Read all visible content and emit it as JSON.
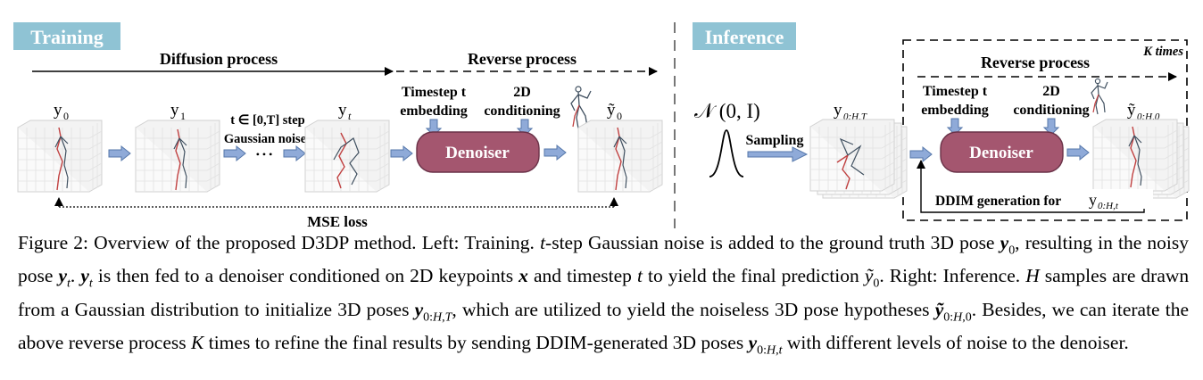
{
  "training": {
    "tag": "Training",
    "diffusion_label": "Diffusion process",
    "reverse_label": "Reverse process",
    "pose_labels": {
      "y0": "y",
      "y0_sub": "0",
      "y1": "y",
      "y1_sub": "1",
      "yt": "y",
      "yt_sub": "t",
      "y0_hat": "ỹ",
      "y0_hat_sub": "0"
    },
    "noise_line1": "t ∈ [0,T] step",
    "noise_line2": "Gaussian noise",
    "dots": "• • •",
    "timestep_line1": "Timestep t",
    "timestep_line2": "embedding",
    "cond_line1": "2D",
    "cond_line2": "conditioning",
    "denoiser": "Denoiser",
    "loss": "MSE loss"
  },
  "inference": {
    "tag": "Inference",
    "reverse_label": "Reverse process",
    "k_times": "K times",
    "normal": "𝒩 (0, I)",
    "sampling": "Sampling",
    "pose_in": "y",
    "pose_in_sub": "0:H,T",
    "pose_out": "ỹ",
    "pose_out_sub": "0:H,0",
    "timestep_line1": "Timestep t",
    "timestep_line2": "embedding",
    "cond_line1": "2D",
    "cond_line2": "conditioning",
    "denoiser": "Denoiser",
    "ddim": "DDIM generation for",
    "ddim_y": "y",
    "ddim_sub": "0:H,t"
  },
  "colors": {
    "tag_bg": "#8fc3d4",
    "denoiser_fill": "#a4566f",
    "arrow_fill": "#8faad8",
    "arrow_stroke": "#5577aa"
  },
  "caption": {
    "fig": "Figure 2: Overview of the proposed D3DP method. Left: Training.",
    "s1": "-step Gaussian noise is added to the ground truth 3D pose",
    "s2": ", resulting in the noisy pose",
    "s3": "is then fed to a denoiser conditioned on 2D keypoints",
    "s4": "and timestep",
    "s5": "to yield the final prediction",
    "s6": ". Right: Inference.",
    "s7": "samples are drawn from a Gaussian distribution to initialize 3D poses",
    "s8": ", which are utilized to yield the noiseless 3D pose hypotheses",
    "s9": ". Besides, we can iterate the above reverse process",
    "s10": "times to refine the final results by sending DDIM-generated 3D poses",
    "s11": "with different levels of noise to the denoiser."
  }
}
